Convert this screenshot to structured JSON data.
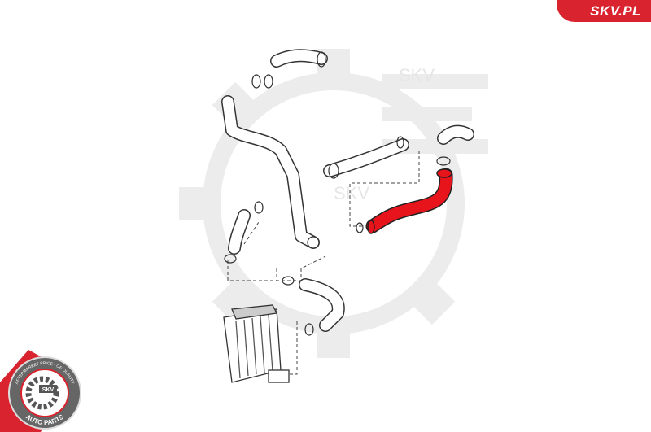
{
  "brand": {
    "site_label": "SKV.PL",
    "watermark_text": "SKV",
    "seal": {
      "top_text": "AFTERMARKET PRICE - OE QUALITY",
      "center_text": "SKV",
      "bottom_text": "AUTO PARTS"
    }
  },
  "colors": {
    "accent": "#d9232e",
    "highlight_part": "#e8141c",
    "line_art": "#333333",
    "watermark": "#eeeeee"
  },
  "icons": [
    "gear-watermark-icon",
    "skv-seal-logo"
  ]
}
